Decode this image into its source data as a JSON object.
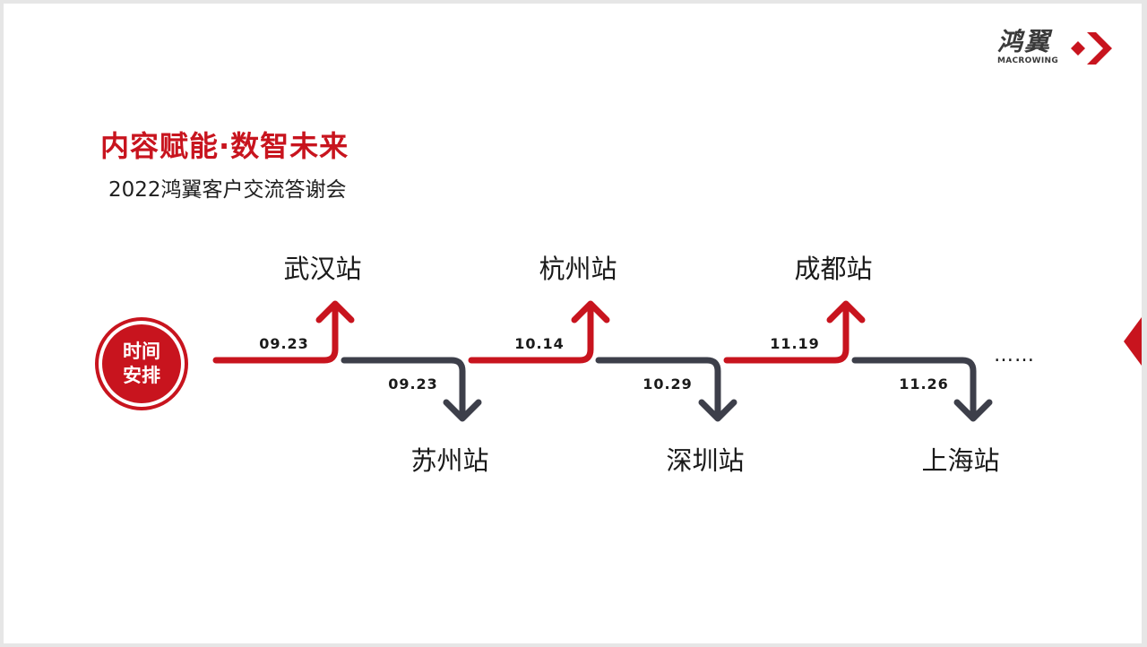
{
  "logo": {
    "name_cn": "鸿翼",
    "name_en": "MACROWING"
  },
  "title": "内容赋能·数智未来",
  "subtitle": "2022鸿翼客户交流答谢会",
  "badge": {
    "line1": "时间",
    "line2": "安排"
  },
  "stations": [
    {
      "name": "武汉站",
      "date": "09.23",
      "direction": "up"
    },
    {
      "name": "苏州站",
      "date": "09.23",
      "direction": "down"
    },
    {
      "name": "杭州站",
      "date": "10.14",
      "direction": "up"
    },
    {
      "name": "深圳站",
      "date": "10.29",
      "direction": "down"
    },
    {
      "name": "成都站",
      "date": "11.19",
      "direction": "up"
    },
    {
      "name": "上海站",
      "date": "11.26",
      "direction": "down"
    }
  ],
  "ellipsis": "……",
  "colors": {
    "accent_red": "#c8141e",
    "dark_gray": "#3d3f4a",
    "text": "#1a1a1a"
  },
  "icons": {
    "logo_mark": "chevron-right-icon",
    "next_slide": "triangle-left-icon"
  }
}
